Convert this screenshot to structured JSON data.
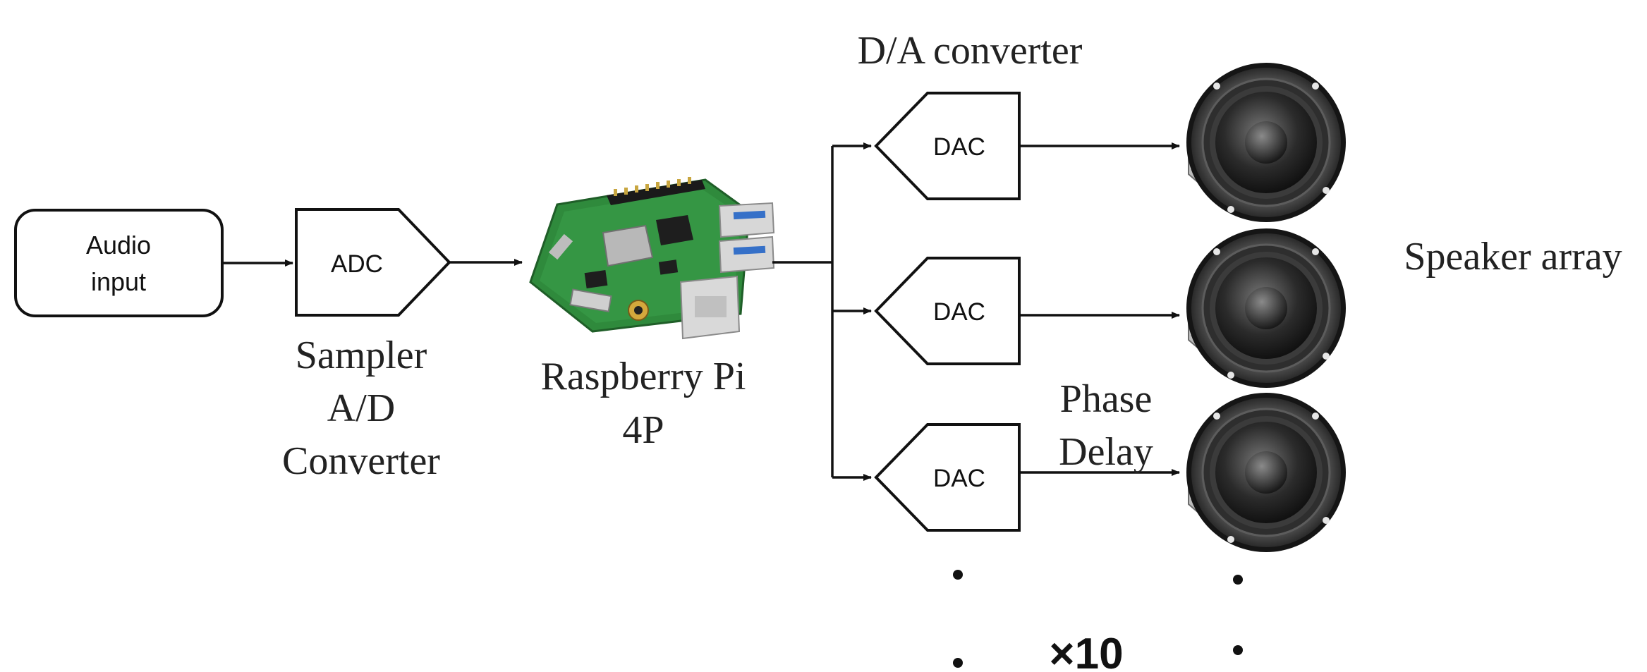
{
  "blocks": {
    "audio_input": {
      "line1": "Audio",
      "line2": "input"
    },
    "adc": {
      "label": "ADC"
    },
    "dac": {
      "label": "DAC"
    }
  },
  "captions": {
    "sampler": {
      "line1": "Sampler",
      "line2": "A/D",
      "line3": "Converter"
    },
    "raspberry_pi": {
      "line1": "Raspberry Pi",
      "line2": "4P"
    },
    "da_converter": "D/A converter",
    "phase_delay": {
      "line1": "Phase",
      "line2": "Delay"
    },
    "speaker_array": "Speaker array",
    "multiplier": "×10"
  },
  "icons": {
    "board": "raspberry-pi-board-icon",
    "speaker": "speaker-icon"
  },
  "colors": {
    "pcb_green": "#2f8a3c",
    "line": "#111111"
  }
}
